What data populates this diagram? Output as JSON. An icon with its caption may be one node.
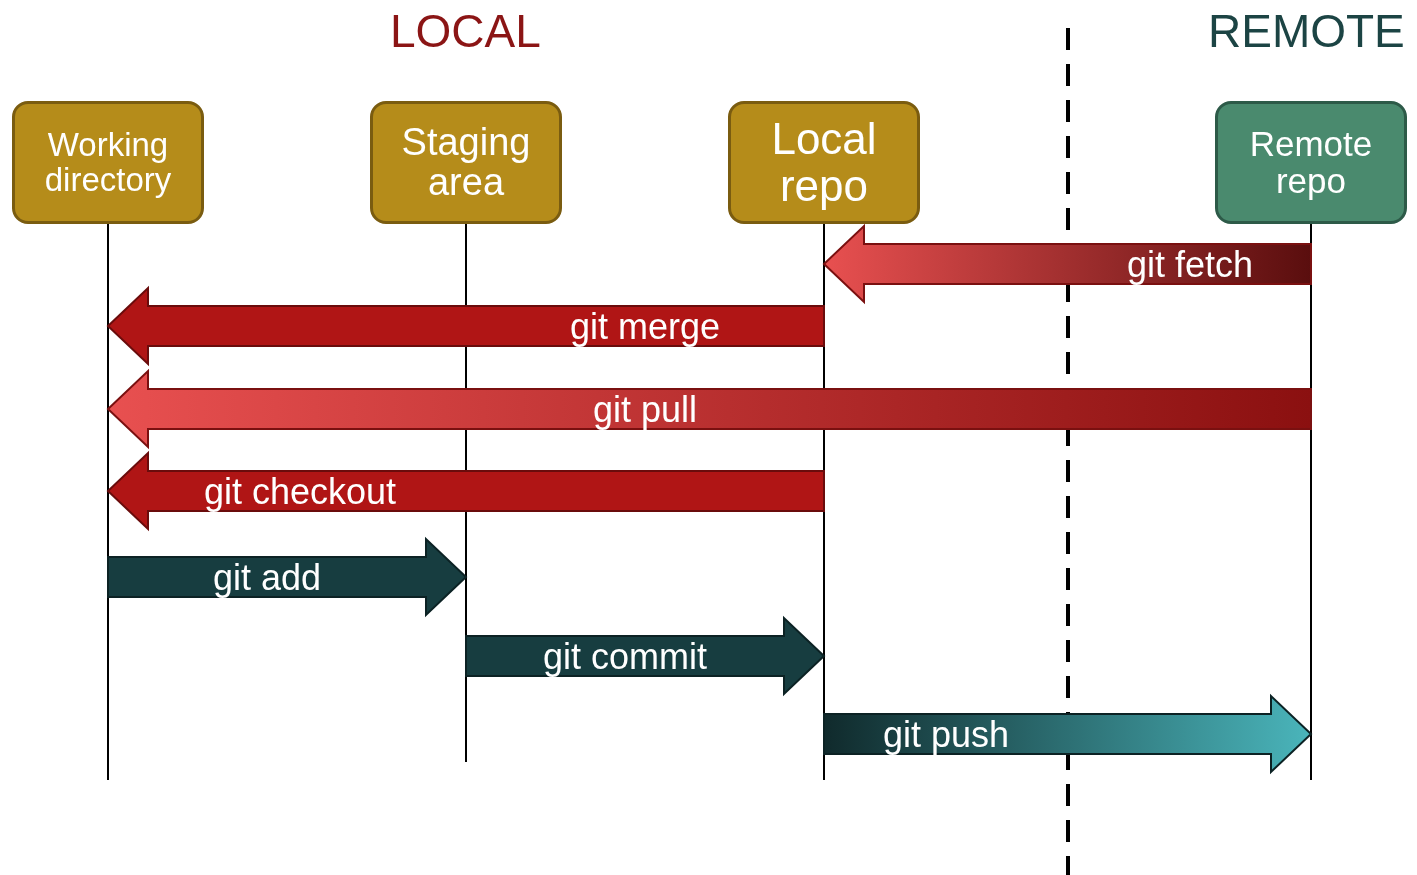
{
  "diagram": {
    "nodes": [
      {
        "text": [
          "Working directory"
        ]
      },
      {
        "text": [
          "Staging area"
        ]
      },
      {
        "text": [
          "Local repo"
        ]
      },
      {
        "text": [
          "Remote repo"
        ]
      }
    ],
    "edges": [
      {
        "from": 3,
        "to": 2,
        "arrow": "to",
        "label": "git fetch",
        "style": "thick",
        "color": "#e85050"
      },
      {
        "from": 2,
        "to": 0,
        "arrow": "to",
        "label": "git merge",
        "style": "thick",
        "color": "#b01515"
      },
      {
        "from": 3,
        "to": 0,
        "arrow": "to",
        "label": "git pull",
        "style": "thick",
        "color": "#e85050"
      },
      {
        "from": 2,
        "to": 0,
        "arrow": "to",
        "label": "git checkout",
        "style": "thick",
        "color": "#b01515"
      },
      {
        "from": 0,
        "to": 1,
        "arrow": "to",
        "label": "git add",
        "style": "thick",
        "color": "#173d40"
      },
      {
        "from": 1,
        "to": 2,
        "arrow": "to",
        "label": "git commit",
        "style": "thick",
        "color": "#173d40"
      },
      {
        "from": 2,
        "to": 3,
        "arrow": "to",
        "label": "git push",
        "style": "thick",
        "color": "#4ab5bb"
      }
    ],
    "labels": [
      "LOCAL",
      "REMOTE"
    ]
  }
}
